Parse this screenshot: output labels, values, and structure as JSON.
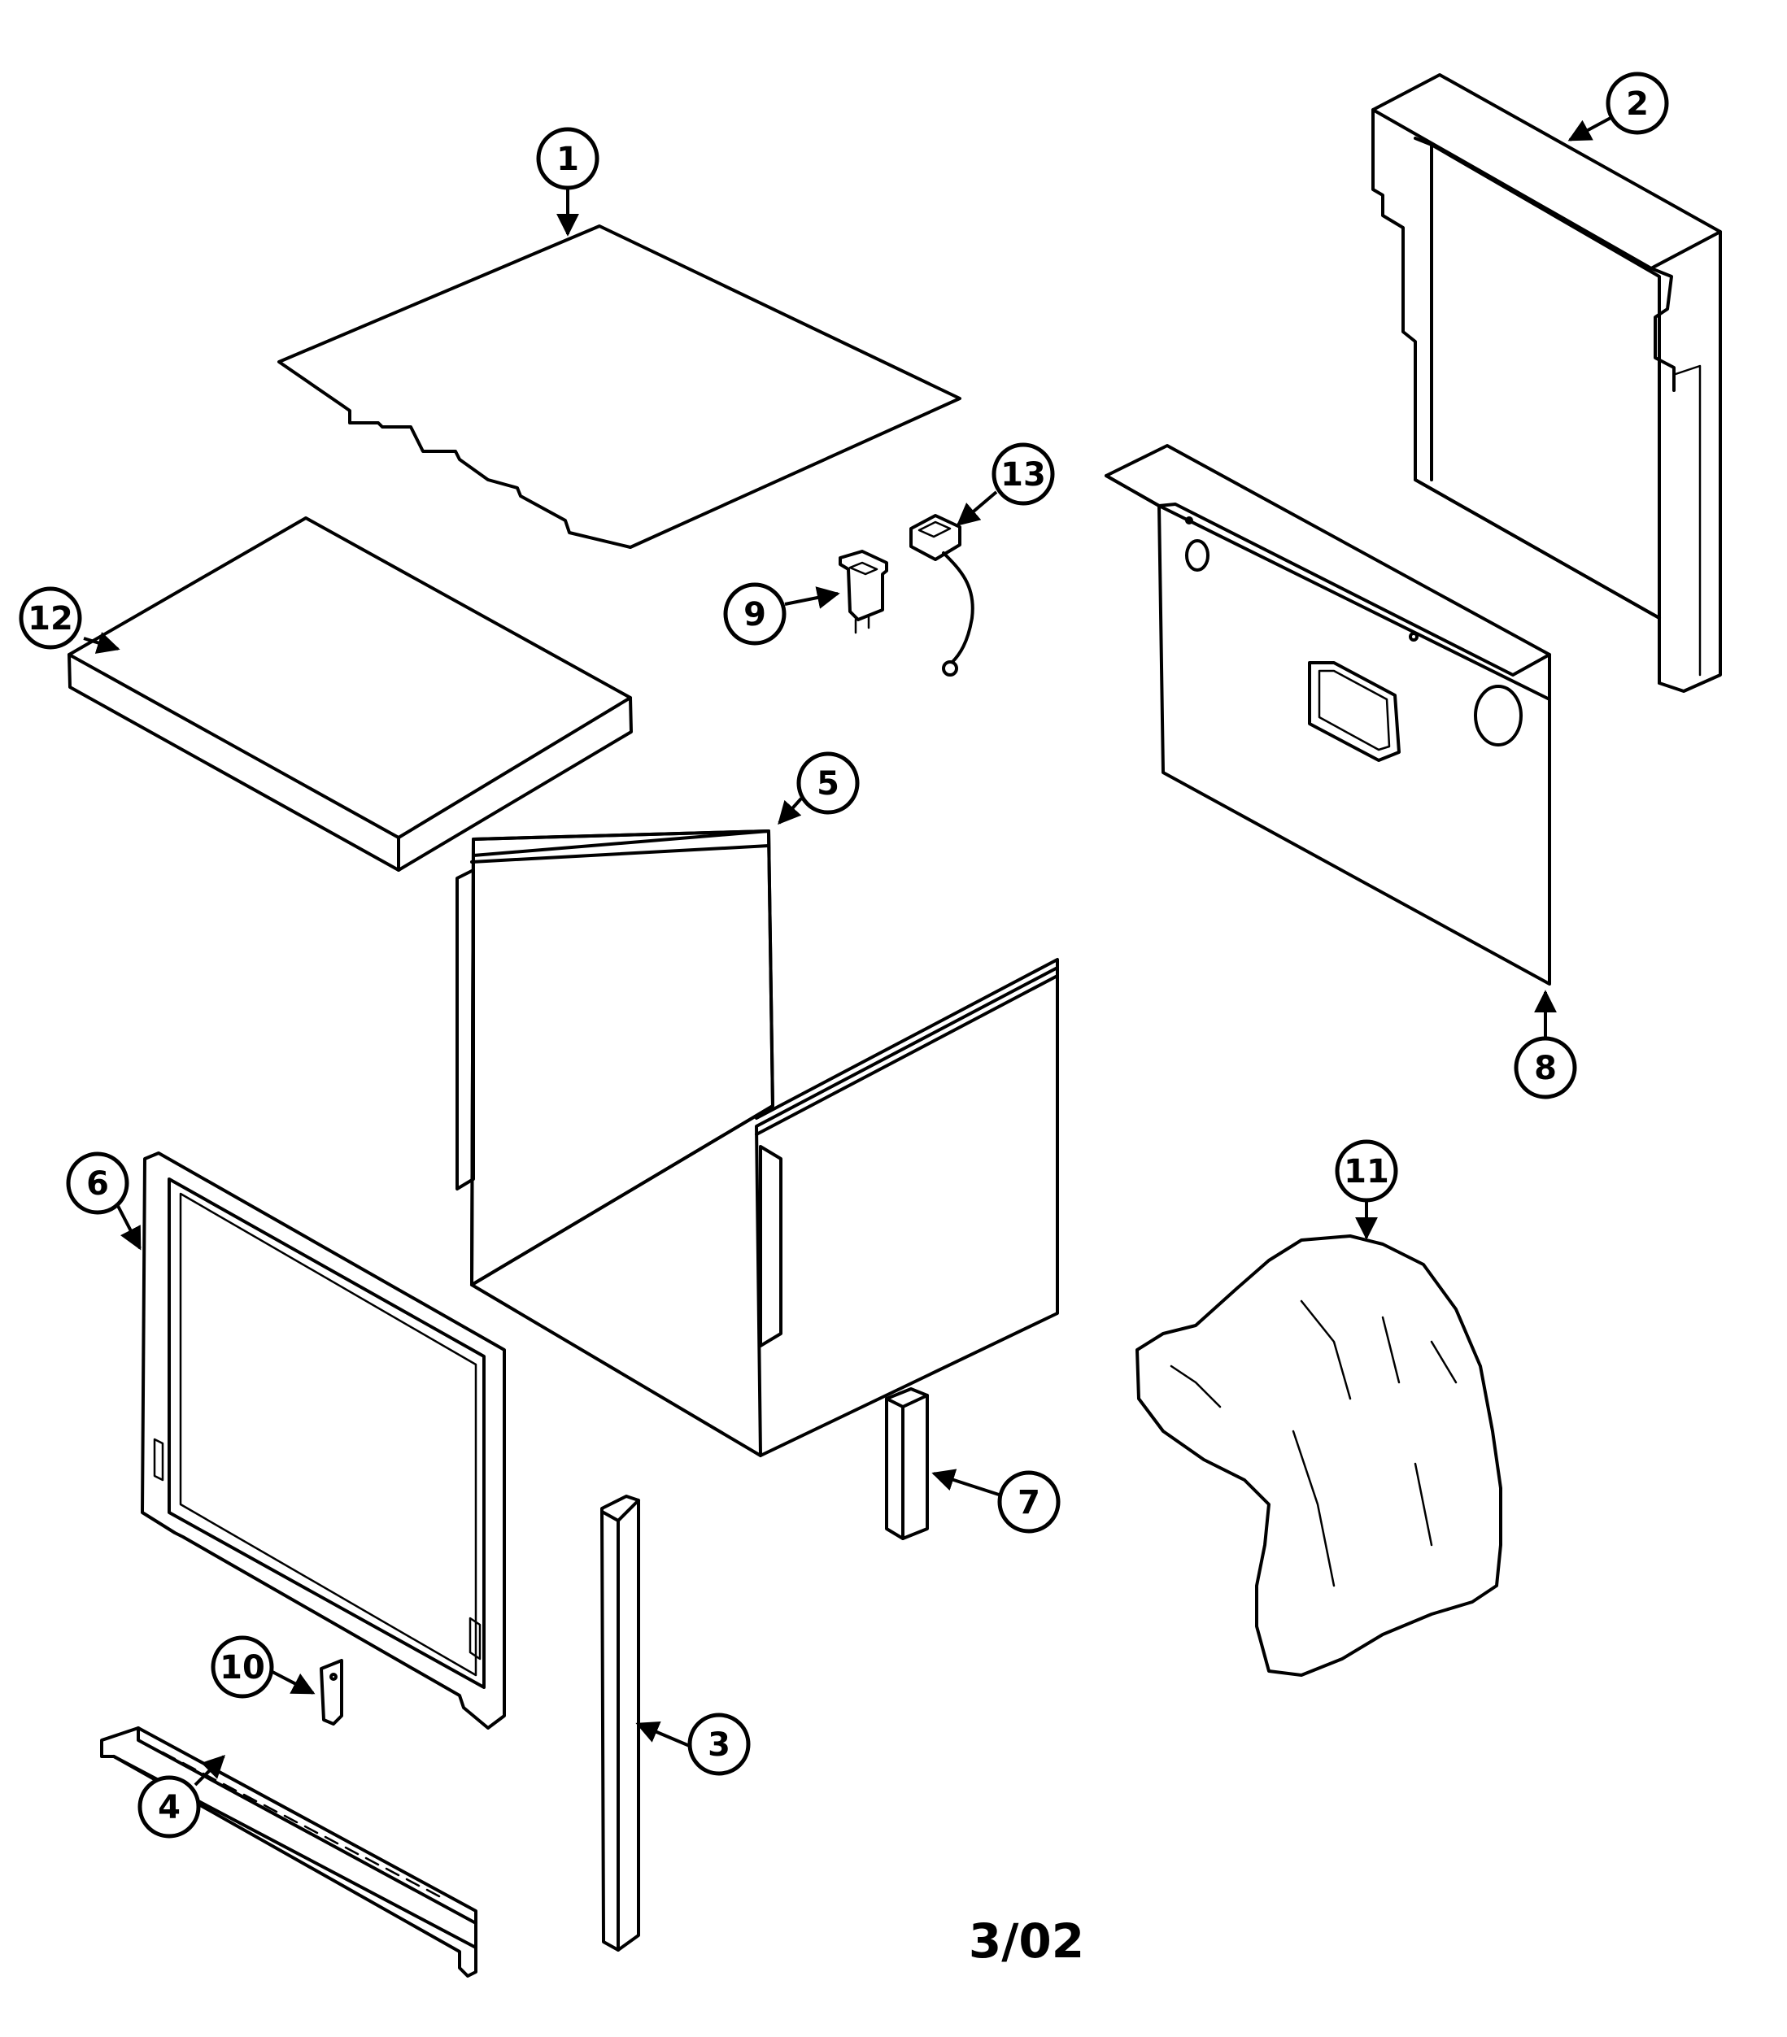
{
  "callouts": [
    {
      "number": "1",
      "part": "top-panel"
    },
    {
      "number": "2",
      "part": "rear-frame"
    },
    {
      "number": "3",
      "part": "side-trim-long"
    },
    {
      "number": "4",
      "part": "bottom-vent-rail"
    },
    {
      "number": "5",
      "part": "side-panels"
    },
    {
      "number": "6",
      "part": "front-frame"
    },
    {
      "number": "7",
      "part": "side-trim-short"
    },
    {
      "number": "8",
      "part": "rear-panel"
    },
    {
      "number": "9",
      "part": "switch"
    },
    {
      "number": "10",
      "part": "bracket"
    },
    {
      "number": "11",
      "part": "insulation"
    },
    {
      "number": "12",
      "part": "insulation-pad"
    },
    {
      "number": "13",
      "part": "switch-with-lead"
    }
  ],
  "footer": {
    "date": "3/02"
  }
}
